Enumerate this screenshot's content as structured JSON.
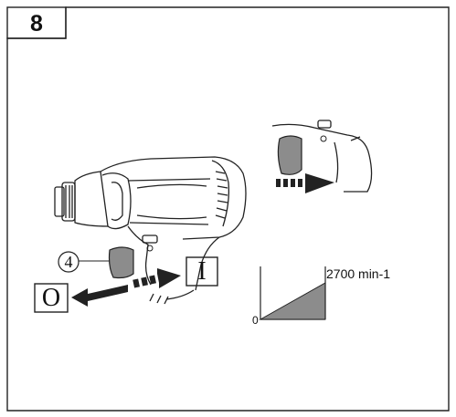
{
  "figure": {
    "number": "8"
  },
  "callout": {
    "number": "4"
  },
  "switch": {
    "off_symbol": "O",
    "on_symbol": "I"
  },
  "speed_graph": {
    "max_label": "2700 min-1",
    "zero_label": "0",
    "fill_color": "#8c8c8c"
  }
}
